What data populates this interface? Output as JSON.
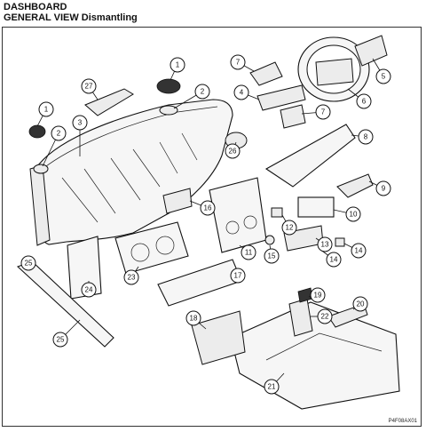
{
  "header": {
    "title": "DASHBOARD",
    "subtitle": "GENERAL VIEW Dismantling"
  },
  "reference_code": "P4F08AX01",
  "callouts": [
    {
      "label": "1"
    },
    {
      "label": "2"
    },
    {
      "label": "1"
    },
    {
      "label": "2"
    },
    {
      "label": "3"
    },
    {
      "label": "4"
    },
    {
      "label": "5"
    },
    {
      "label": "6"
    },
    {
      "label": "7"
    },
    {
      "label": "7"
    },
    {
      "label": "8"
    },
    {
      "label": "9"
    },
    {
      "label": "10"
    },
    {
      "label": "11"
    },
    {
      "label": "12"
    },
    {
      "label": "13"
    },
    {
      "label": "14"
    },
    {
      "label": "14"
    },
    {
      "label": "15"
    },
    {
      "label": "16"
    },
    {
      "label": "17"
    },
    {
      "label": "18"
    },
    {
      "label": "19"
    },
    {
      "label": "20"
    },
    {
      "label": "21"
    },
    {
      "label": "22"
    },
    {
      "label": "23"
    },
    {
      "label": "24"
    },
    {
      "label": "25"
    },
    {
      "label": "25"
    },
    {
      "label": "26"
    },
    {
      "label": "27"
    }
  ]
}
